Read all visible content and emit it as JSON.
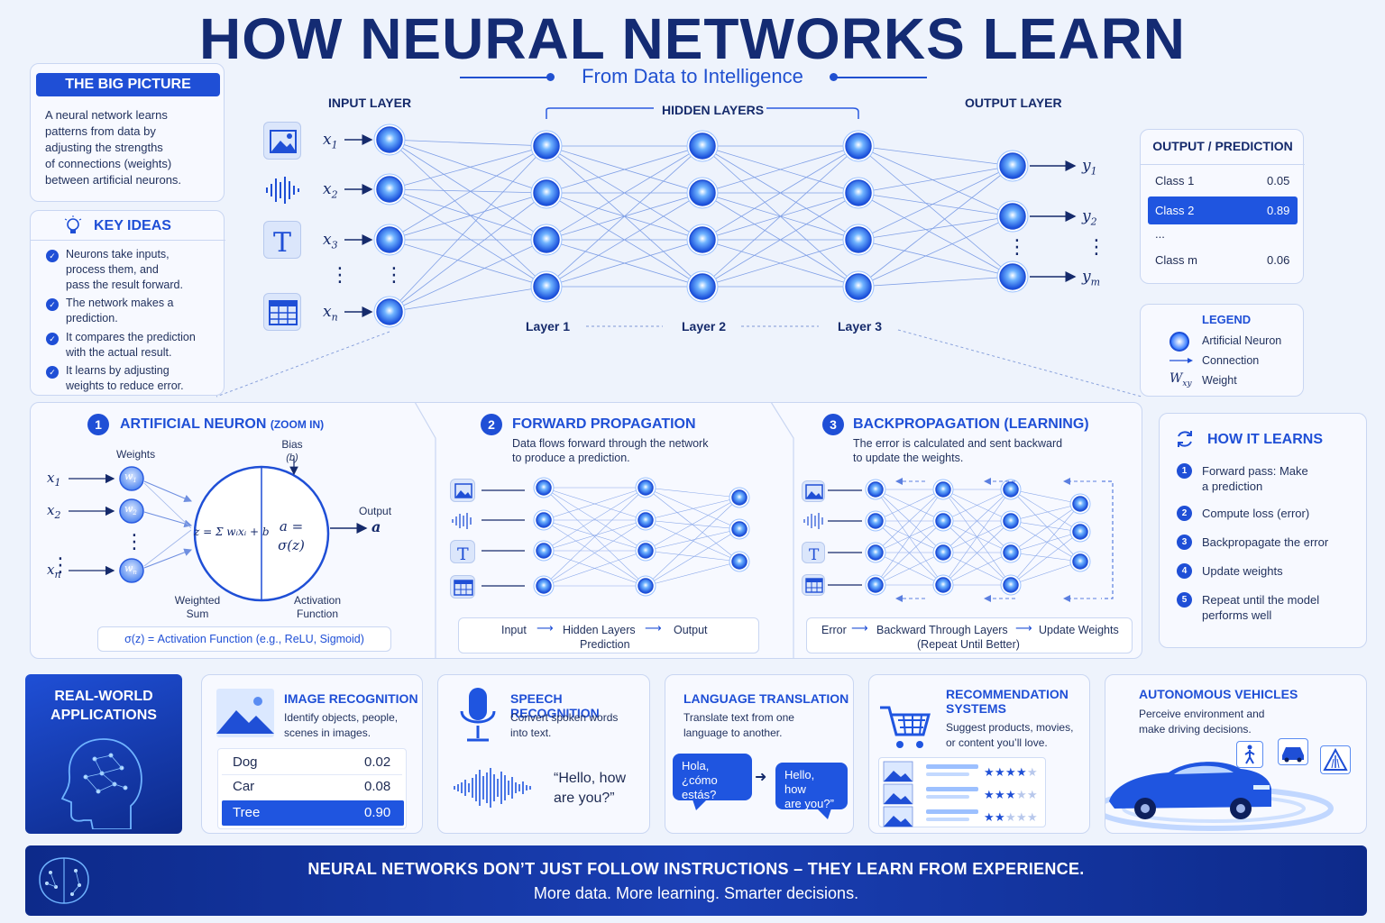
{
  "header": {
    "title": "HOW NEURAL NETWORKS LEARN",
    "subtitle": "From Data to Intelligence"
  },
  "big_picture": {
    "title": "THE BIG PICTURE",
    "text_lines": [
      "A neural network learns",
      "patterns from data by",
      "adjusting the strengths",
      "of connections (weights)",
      "between artificial neurons."
    ]
  },
  "key_ideas": {
    "title": "KEY IDEAS",
    "items": [
      [
        "Neurons take inputs,",
        "process them, and",
        "pass the result forward."
      ],
      [
        "The network makes a",
        "prediction."
      ],
      [
        "It compares the prediction",
        "with the actual result."
      ],
      [
        "It learns by adjusting",
        "weights to reduce error."
      ]
    ]
  },
  "network": {
    "input_label": "INPUT LAYER",
    "hidden_label": "HIDDEN LAYERS",
    "output_label": "OUTPUT LAYER",
    "inputs": [
      "x",
      "x",
      "x",
      "x"
    ],
    "input_subs": [
      "1",
      "2",
      "3",
      "n"
    ],
    "outputs": [
      "y",
      "y",
      "y"
    ],
    "output_subs": [
      "1",
      "2",
      "m"
    ],
    "layer_names": [
      "Layer 1",
      "Layer 2",
      "Layer 3"
    ],
    "input_icons": [
      "image-icon",
      "audio-wave-icon",
      "text-icon",
      "table-icon"
    ]
  },
  "prediction": {
    "title": "OUTPUT / PREDICTION",
    "rows": [
      {
        "label": "Class 1",
        "value": "0.05"
      },
      {
        "label": "Class 2",
        "value": "0.89"
      },
      {
        "label": "...",
        "value": ""
      },
      {
        "label": "Class m",
        "value": "0.06"
      }
    ],
    "highlight": "#1f55e0"
  },
  "legend": {
    "title": "LEGEND",
    "neuron": "Artificial Neuron",
    "connection": "Connection",
    "weight_symbol": "W",
    "weight_sub": "xy",
    "weight": "Weight"
  },
  "neuron_section": {
    "badge": "1",
    "title": "ARTIFICIAL NEURON",
    "title_suffix": "(ZOOM IN)",
    "weights_label": "Weights",
    "bias_label": "Bias",
    "bias_symbol": "(b)",
    "output_label": "Output",
    "output_symbol": "a",
    "weighted_sum": [
      "Weighted",
      "Sum"
    ],
    "activation": [
      "Activation",
      "Function"
    ],
    "formula_left": "z = Σ wᵢxᵢ + b",
    "formula_right_1": "a =",
    "formula_right_2": "σ(z)",
    "footer": "σ(z) = Activation Function (e.g., ReLU, Sigmoid)",
    "inputs": [
      "x",
      "x",
      "x"
    ],
    "input_subs": [
      "1",
      "2",
      "n"
    ],
    "weights": [
      "w",
      "w",
      "w"
    ],
    "weight_subs": [
      "1",
      "2",
      "n"
    ]
  },
  "forward_section": {
    "badge": "2",
    "title": "FORWARD PROPAGATION",
    "desc": [
      "Data flows forward through the network",
      "to produce a prediction."
    ],
    "flow": [
      "Input",
      "Hidden Layers",
      "Output",
      "Prediction"
    ]
  },
  "backprop_section": {
    "badge": "3",
    "title": "BACKPROPAGATION (LEARNING)",
    "desc": [
      "The error is calculated and sent backward",
      "to update the weights."
    ],
    "flow": [
      "Error",
      "Backward Through Layers",
      "Update Weights",
      "(Repeat Until Better)"
    ]
  },
  "how_it_learns": {
    "title": "HOW IT LEARNS",
    "steps": [
      [
        "Forward pass: Make",
        "a prediction"
      ],
      [
        "Compute loss (error)"
      ],
      [
        "Backpropagate the error"
      ],
      [
        "Update weights"
      ],
      [
        "Repeat until the model",
        "performs well"
      ]
    ]
  },
  "applications": {
    "title": [
      "REAL-WORLD",
      "APPLICATIONS"
    ],
    "image": {
      "title": "IMAGE RECOGNITION",
      "desc": [
        "Identify objects, people,",
        "scenes in images."
      ],
      "rows": [
        {
          "label": "Dog",
          "value": "0.02"
        },
        {
          "label": "Car",
          "value": "0.08"
        },
        {
          "label": "Tree",
          "value": "0.90"
        }
      ]
    },
    "speech": {
      "title": "SPEECH RECOGNITION",
      "desc": [
        "Convert spoken words",
        "into text."
      ],
      "quote": [
        "“Hello, how",
        "are you?”"
      ]
    },
    "translation": {
      "title": "LANGUAGE TRANSLATION",
      "desc": [
        "Translate text from one",
        "language to another."
      ],
      "bubble_left": [
        "Hola, ¿cómo",
        "estás?"
      ],
      "bubble_right": [
        "Hello, how",
        "are you?”"
      ]
    },
    "recommendation": {
      "title": [
        "RECOMMENDATION",
        "SYSTEMS"
      ],
      "desc": [
        "Suggest products, movies,",
        "or content you’ll love."
      ],
      "ratings": [
        4,
        3,
        2
      ]
    },
    "autonomous": {
      "title": "AUTONOMOUS VEHICLES",
      "desc": [
        "Perceive environment and",
        "make driving decisions."
      ]
    }
  },
  "banner": {
    "line1": "NEURAL NETWORKS DON’T JUST FOLLOW INSTRUCTIONS – THEY LEARN FROM EXPERIENCE.",
    "line2": "More data. More learning. Smarter decisions."
  },
  "colors": {
    "accent": "#1f4fd6",
    "navy": "#142b73",
    "node": "#1e6bff"
  }
}
